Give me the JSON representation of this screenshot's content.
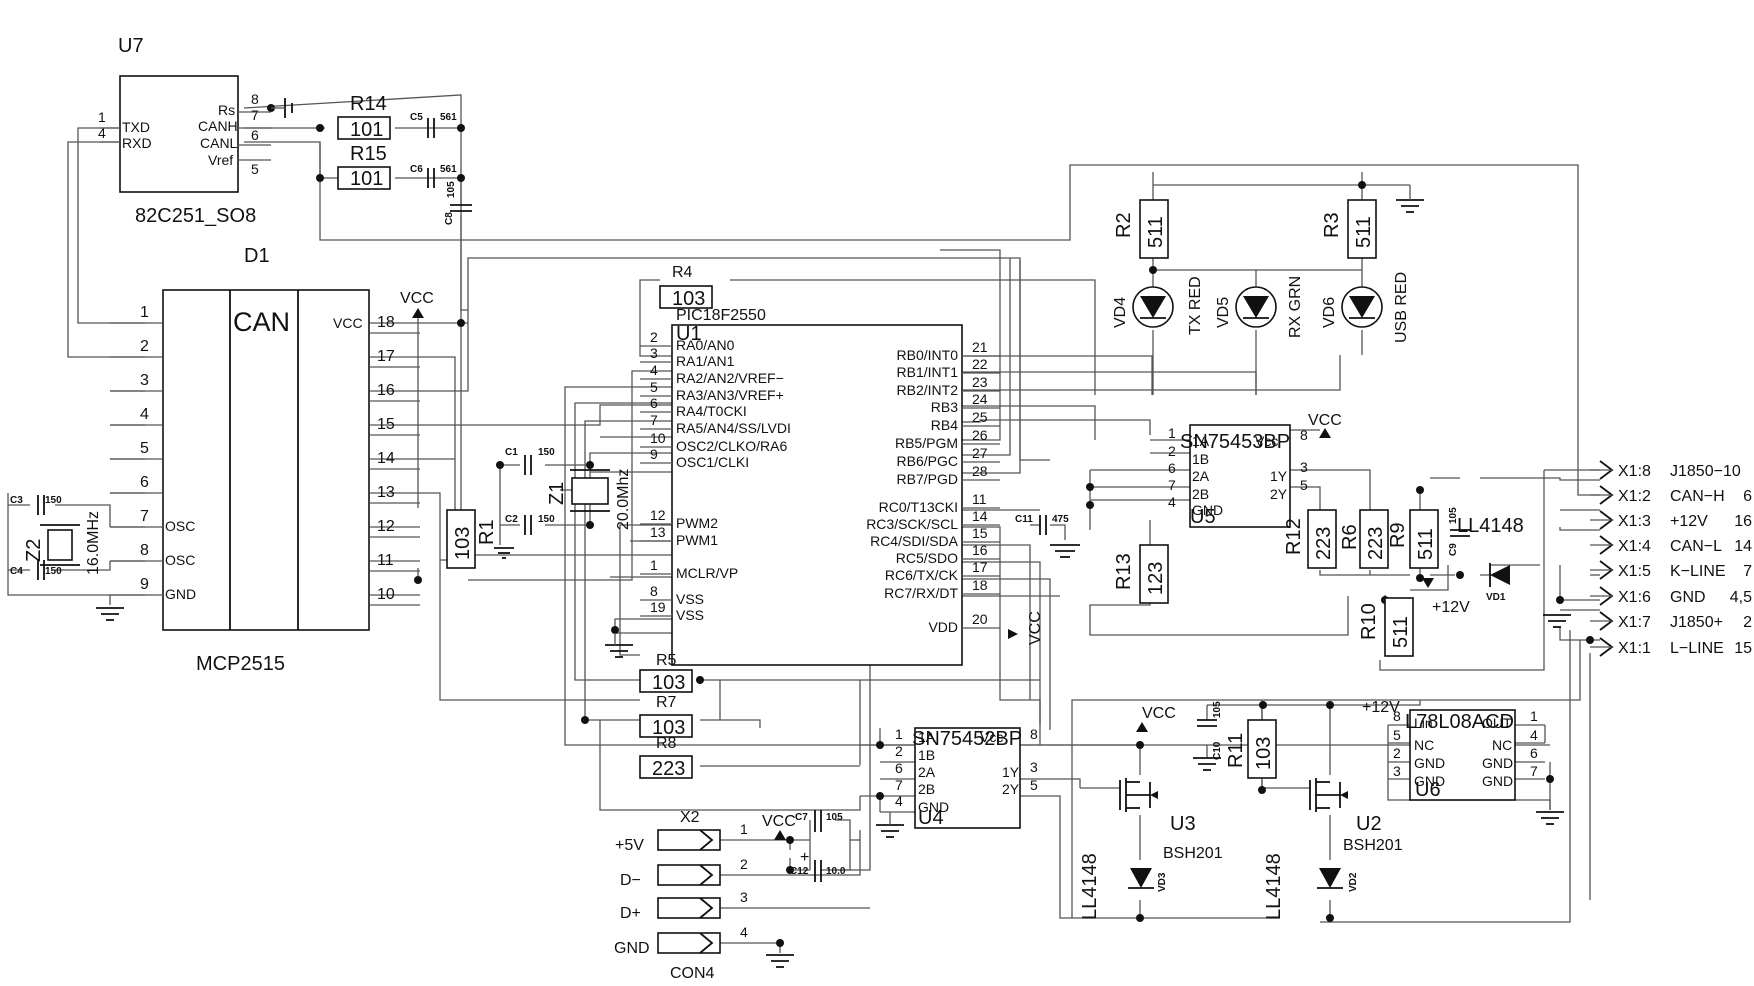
{
  "labels": {
    "u7_ref": "U7",
    "u7_part": "82C251_SO8",
    "u7_pin_rs": "Rs",
    "u7_pin_canh": "CANH",
    "u7_pin_canl": "CANL",
    "u7_pin_vref": "Vref",
    "u7_pin_txd": "TXD",
    "u7_pin_rxd": "RXD",
    "d1_ref": "D1",
    "d1_title": "CAN",
    "d1_part": "MCP2515",
    "d1_vcc": "VCC",
    "d1_osc": "OSC",
    "d1_gnd": "GND",
    "vcc": "VCC",
    "u1_ref": "U1",
    "u1_part": "PIC18F2550",
    "r14": "R14",
    "r15": "R15",
    "r4": "R4",
    "r1": "R1",
    "r2": "R2",
    "r3": "R3",
    "r5": "R5",
    "r7": "R7",
    "r8": "R8",
    "r6": "R6",
    "r9": "R9",
    "r10": "R10",
    "r11": "R11",
    "r12": "R12",
    "r13": "R13",
    "val_101": "101",
    "val_103": "103",
    "val_511": "511",
    "val_223": "223",
    "val_123": "123",
    "c1": "C1",
    "c2": "C2",
    "c3": "C3",
    "c4": "C4",
    "c5": "C5",
    "c6": "C6",
    "c7": "C7",
    "c8": "C8",
    "c9": "C9",
    "c10": "C10",
    "c11": "C11",
    "c12": "C12",
    "val_150": "150",
    "val_561": "561",
    "val_105": "105",
    "val_475": "475",
    "val_10": "10.0",
    "z1": "Z1",
    "z1_val": "20.0Mhz",
    "z2": "Z2",
    "z2_val": "16.0MHz",
    "vd1": "VD1",
    "vd2": "VD2",
    "vd3": "VD3",
    "vd4": "VD4",
    "vd5": "VD5",
    "vd6": "VD6",
    "tx_red": "TX RED",
    "rx_grn": "RX GRN",
    "usb_red": "USB RED",
    "u5_part": "SN75453BP",
    "u5_ref": "U5",
    "u4_part": "SN75452BP",
    "u4_ref": "U4",
    "drv_1a": "1A",
    "drv_1b": "1B",
    "drv_2a": "2A",
    "drv_2b": "2B",
    "drv_gnd": "GND",
    "drv_vcc": "Vcc",
    "drv_1y": "1Y",
    "drv_2y": "2Y",
    "u3_ref": "U3",
    "u2_ref": "U2",
    "bsh201": "BSH201",
    "ll4148": "LL4148",
    "u6_part": "L78L08ACD",
    "u6_ref": "U6",
    "u6_in": "Lin",
    "u6_out": "OUT",
    "u6_nc": "NC",
    "u6_gnd": "GND",
    "plus12v": "+12V",
    "x2_ref": "X2",
    "con4": "CON4",
    "x2_p5v": "+5V",
    "x2_dm": "D−",
    "x2_dp": "D+",
    "x2_gnd": "GND"
  },
  "u1_left_pins": [
    {
      "num": "2",
      "name": "RA0/AN0"
    },
    {
      "num": "3",
      "name": "RA1/AN1"
    },
    {
      "num": "4",
      "name": "RA2/AN2/VREF−"
    },
    {
      "num": "5",
      "name": "RA3/AN3/VREF+"
    },
    {
      "num": "6",
      "name": "RA4/T0CKI"
    },
    {
      "num": "7",
      "name": "RA5/AN4/SS/LVDI"
    },
    {
      "num": "10",
      "name": "OSC2/CLKO/RA6"
    },
    {
      "num": "9",
      "name": "OSC1/CLKI"
    },
    {
      "num": "12",
      "name": "PWM2"
    },
    {
      "num": "13",
      "name": "PWM1"
    },
    {
      "num": "1",
      "name": "MCLR/VP"
    },
    {
      "num": "8",
      "name": "VSS"
    },
    {
      "num": "19",
      "name": "VSS"
    }
  ],
  "u1_right_pins": [
    {
      "num": "21",
      "name": "RB0/INT0"
    },
    {
      "num": "22",
      "name": "RB1/INT1"
    },
    {
      "num": "23",
      "name": "RB2/INT2"
    },
    {
      "num": "24",
      "name": "RB3"
    },
    {
      "num": "25",
      "name": "RB4"
    },
    {
      "num": "26",
      "name": "RB5/PGM"
    },
    {
      "num": "27",
      "name": "RB6/PGC"
    },
    {
      "num": "28",
      "name": "RB7/PGD"
    },
    {
      "num": "11",
      "name": "RC0/T13CKI"
    },
    {
      "num": "14",
      "name": "RC3/SCK/SCL"
    },
    {
      "num": "15",
      "name": "RC4/SDI/SDA"
    },
    {
      "num": "16",
      "name": "RC5/SDO"
    },
    {
      "num": "17",
      "name": "RC6/TX/CK"
    },
    {
      "num": "18",
      "name": "RC7/RX/DT"
    },
    {
      "num": "20",
      "name": "VDD"
    }
  ],
  "d1_left_pins": [
    "1",
    "2",
    "3",
    "4",
    "5",
    "6",
    "7",
    "8",
    "9"
  ],
  "d1_right_pins": [
    "18",
    "17",
    "16",
    "15",
    "14",
    "13",
    "12",
    "11",
    "10"
  ],
  "connector_x1": [
    {
      "pin": "X1:8",
      "name": "J1850−10",
      "num": ""
    },
    {
      "pin": "X1:2",
      "name": "CAN−H",
      "num": "6"
    },
    {
      "pin": "X1:3",
      "name": "+12V",
      "num": "16"
    },
    {
      "pin": "X1:4",
      "name": "CAN−L",
      "num": "14"
    },
    {
      "pin": "X1:5",
      "name": "K−LINE",
      "num": "7"
    },
    {
      "pin": "X1:6",
      "name": "GND",
      "num": "4,5"
    },
    {
      "pin": "X1:7",
      "name": "J1850+",
      "num": "2"
    },
    {
      "pin": "X1:1",
      "name": "L−LINE",
      "num": "15"
    }
  ]
}
